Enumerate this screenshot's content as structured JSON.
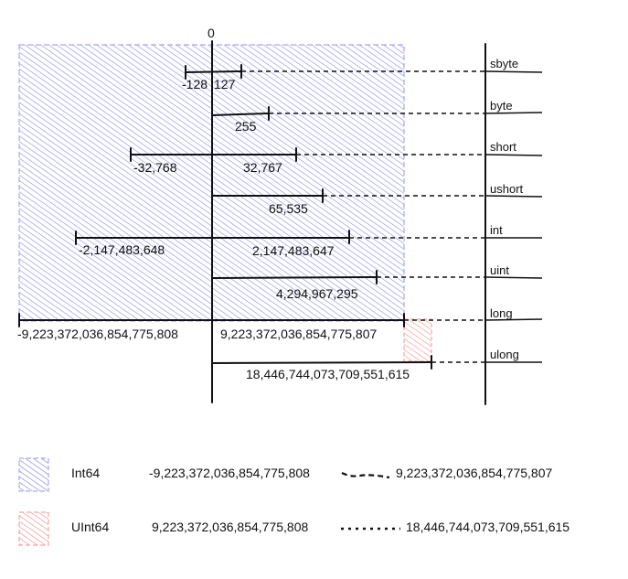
{
  "zero_label": "0",
  "types": [
    {
      "id": "sbyte",
      "name": "sbyte",
      "min_label": "-128",
      "max_label": "127"
    },
    {
      "id": "byte",
      "name": "byte",
      "min_label": "",
      "max_label": "255"
    },
    {
      "id": "short",
      "name": "short",
      "min_label": "-32,768",
      "max_label": "32,767"
    },
    {
      "id": "ushort",
      "name": "ushort",
      "min_label": "",
      "max_label": "65,535"
    },
    {
      "id": "int",
      "name": "int",
      "min_label": "-2,147,483,648",
      "max_label": "2,147,483,647"
    },
    {
      "id": "uint",
      "name": "uint",
      "min_label": "",
      "max_label": "4,294,967,295"
    },
    {
      "id": "long",
      "name": "long",
      "min_label": "-9,223,372,036,854,775,808",
      "max_label": "9,223,372,036,854,775,807"
    },
    {
      "id": "ulong",
      "name": "ulong",
      "min_label": "",
      "max_label": "18,446,744,073,709,551,615"
    }
  ],
  "legend": [
    {
      "id": "int64",
      "name": "Int64",
      "from": "-9,223,372,036,854,775,808",
      "to": "9,223,372,036,854,775,807",
      "color": "#8c8ce6"
    },
    {
      "id": "uint64",
      "name": "UInt64",
      "from": "9,223,372,036,854,775,808",
      "to": "18,446,744,073,709,551,615",
      "color": "#f0a0a0"
    }
  ]
}
